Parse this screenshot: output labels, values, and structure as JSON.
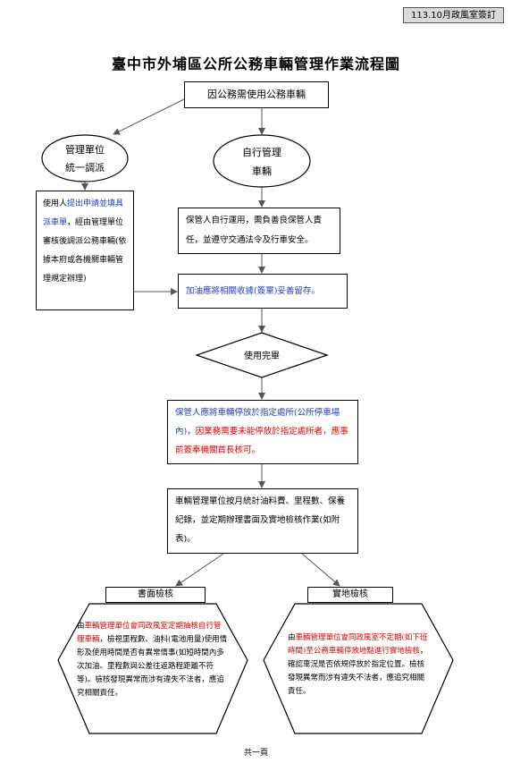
{
  "stamp": "113.10月政風室簽訂",
  "title": "臺中市外埔區公所公務車輛管理作業流程圖",
  "start": "因公務需使用公務車輛",
  "unified_circle": [
    "管理單位",
    "統一調派"
  ],
  "self_circle": [
    "自行管理",
    "車輛"
  ],
  "request_box": {
    "p1": "使用人",
    "p2": "提出申請並填具派車單",
    "p3": "，經由管理單位審核後調派公務車輛(依據本府或各機關車輛管理規定辦理)"
  },
  "custodian_box": "保管人自行運用，需負善良保管人責任，並遵守交通法令及行車安全。",
  "fuel_box": "加油應將相關收據(簽單)妥善留存。",
  "decision": "使用完畢",
  "parking_box": {
    "p1": "保管人應將車輛停放於指定處所(公所停車場內)",
    "p2": "，因業務需要未能停放於指定處所者，",
    "p3": "應事前簽奉機關首長核可。"
  },
  "stats_box": {
    "p1": "車輛管理單位按月統計油料費、里程數、保養紀錄，並定期辦理",
    "p2": "書面及實地檢核",
    "p3": "作業(如附表)。"
  },
  "doc_check": {
    "label": "書面檢核",
    "p1": "由",
    "p2": "車輛管理單位會同政風室定期抽核自行管理車輛",
    "p3": "，檢視里程數、油料(電池用量)使用情形及使用時間是否有異常情事(如短時間內多次加油、里程數與公差往返路程距離不符等)。檢核發現異常而涉有違失不法者，應追究相關責任。"
  },
  "site_check": {
    "label": "實地檢核",
    "p1": "由",
    "p2": "車輛管理單位會同政風室不定期(如下班時間)至公務車輛停放地點進行實地檢核",
    "p3": "，確認車況是否依規停放於指定位置。檢核發現異常而涉有違失不法者，應追究相關責任。"
  },
  "footer": "共一頁"
}
